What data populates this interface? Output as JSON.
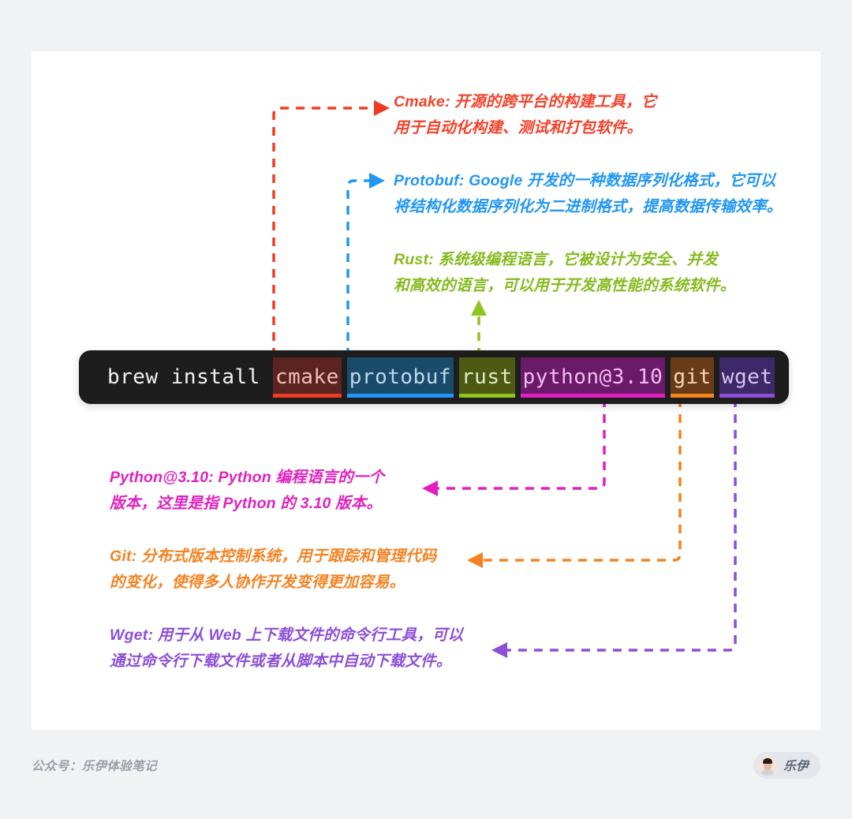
{
  "page": {
    "background_color": "#f1f2f4",
    "card_color": "#ffffff"
  },
  "terminal": {
    "background_color": "#1d1d1d",
    "prefix": "brew install ",
    "packages": [
      {
        "name": "cmake",
        "label": "cmake",
        "accent": "#ef3b23",
        "box": "#5c2421",
        "text": "#f6bdb4"
      },
      {
        "name": "protobuf",
        "label": "protobuf",
        "accent": "#2196f3",
        "box": "#1a4b6b",
        "text": "#bcd9ec"
      },
      {
        "name": "rust",
        "label": "rust",
        "accent": "#8fc31f",
        "box": "#4e5a14",
        "text": "#ddefc3"
      },
      {
        "name": "python@3.10",
        "label": "python@3.10",
        "accent": "#e020c0",
        "box": "#6a1a69",
        "text": "#f3bdee"
      },
      {
        "name": "git",
        "label": "git",
        "accent": "#f58220",
        "box": "#6a3b19",
        "text": "#f6d6b7"
      },
      {
        "name": "wget",
        "label": "wget",
        "accent": "#8c4fd6",
        "box": "#3d2868",
        "text": "#d6c7f2"
      }
    ]
  },
  "annotations": [
    {
      "id": "cmake",
      "term": "Cmake:",
      "color": "#f2422a",
      "text": "Cmake: 开源的跨平台的构建工具，它\n用于自动化构建、测试和打包软件。"
    },
    {
      "id": "protobuf",
      "term": "Protobuf:",
      "color": "#2196f3",
      "text": "Protobuf: Google 开发的一种数据序列化格式，它可以\n将结构化数据序列化为二进制格式，提高数据传输效率。"
    },
    {
      "id": "rust",
      "term": "Rust:",
      "color": "#85bb1e",
      "text": "Rust: 系统级编程语言，它被设计为安全、并发\n和高效的语言，可以用于开发高性能的系统软件。"
    },
    {
      "id": "python",
      "term": "Python@3.10:",
      "color": "#e020c0",
      "text": "Python@3.10: Python 编程语言的一个\n版本，这里是指 Python 的 3.10 版本。"
    },
    {
      "id": "git",
      "term": "Git:",
      "color": "#f58220",
      "text": "Git: 分布式版本控制系统，用于跟踪和管理代码\n的变化，使得多人协作开发变得更加容易。"
    },
    {
      "id": "wget",
      "term": "Wget:",
      "color": "#8c4fd6",
      "text": "Wget: 用于从 Web 上下载文件的命令行工具，可以\n通过命令行下载文件或者从脚本中自动下载文件。"
    }
  ],
  "footer": {
    "text": "公众号：乐伊体验笔记",
    "badge_name": "乐伊"
  }
}
